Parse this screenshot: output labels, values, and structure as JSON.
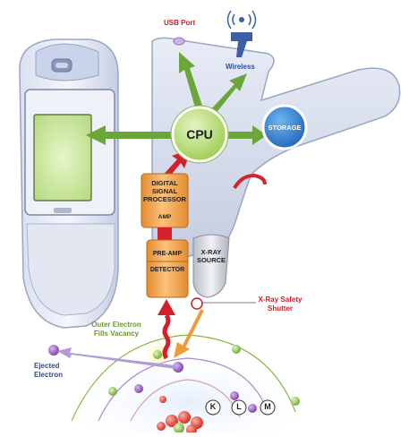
{
  "labels": {
    "usb_port": "USB Port",
    "wireless": "Wireless",
    "cpu": "CPU",
    "storage": "STORAGE",
    "dsp": "DIGITAL SIGNAL PROCESSOR",
    "amp": "AMP",
    "pre_amp": "PRE-AMP",
    "detector": "DETECTOR",
    "xray_source": "X-RAY SOURCE",
    "xray_shutter": "X-Ray Safety Shutter",
    "outer_electron": "Outer Electron Fills Vacancy",
    "ejected_electron": "Ejected Electron",
    "shell_k": "K",
    "shell_l": "L",
    "shell_m": "M"
  },
  "colors": {
    "arrow_green": "#6aa63a",
    "arrow_red": "#d4202a",
    "cpu_fill": "#b9dc7a",
    "storage_fill": "#2f7fd0",
    "component_orange": "#f3a44f",
    "label_red": "#c8202a",
    "label_blue": "#2a4f9a",
    "label_green": "#6a9b2a"
  }
}
